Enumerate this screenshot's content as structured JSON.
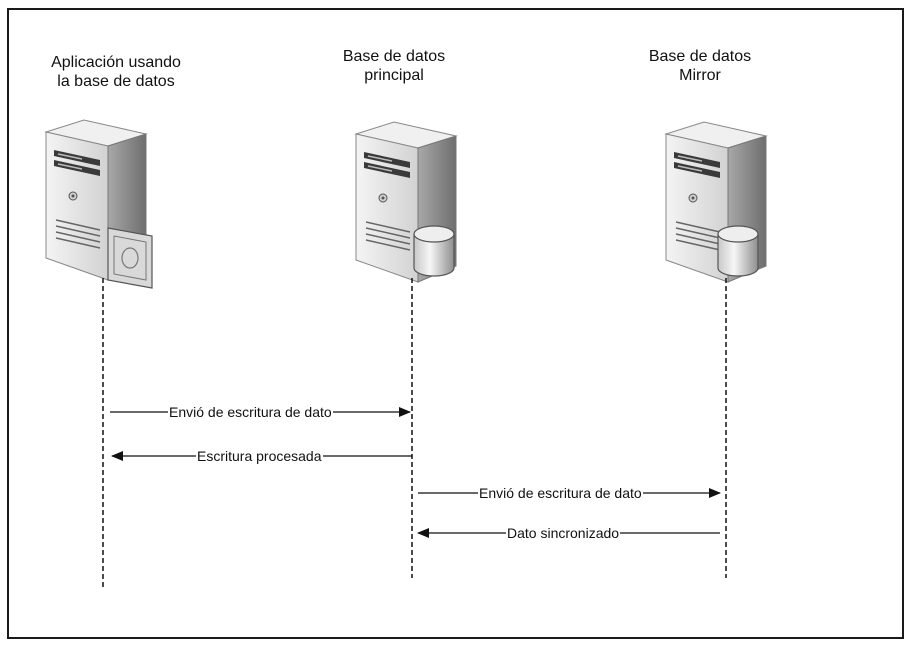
{
  "actors": [
    {
      "id": "app",
      "line1": "Aplicación usando",
      "line2": "la base de datos",
      "icon": "server-with-card-icon"
    },
    {
      "id": "main",
      "line1": "Base de datos",
      "line2": "principal",
      "icon": "server-with-database-icon"
    },
    {
      "id": "mirror",
      "line1": "Base de datos",
      "line2": "Mirror",
      "icon": "server-with-database-icon"
    }
  ],
  "messages": [
    {
      "from": "app",
      "to": "main",
      "label": "Envió de escritura de dato"
    },
    {
      "from": "main",
      "to": "app",
      "label": "Escritura procesada"
    },
    {
      "from": "main",
      "to": "mirror",
      "label": "Envió de escritura de dato"
    },
    {
      "from": "mirror",
      "to": "main",
      "label": "Dato sincronizado"
    }
  ],
  "colors": {
    "line": "#111111",
    "server_body": "#e6e6e6",
    "server_dark": "#9a9a9a"
  }
}
